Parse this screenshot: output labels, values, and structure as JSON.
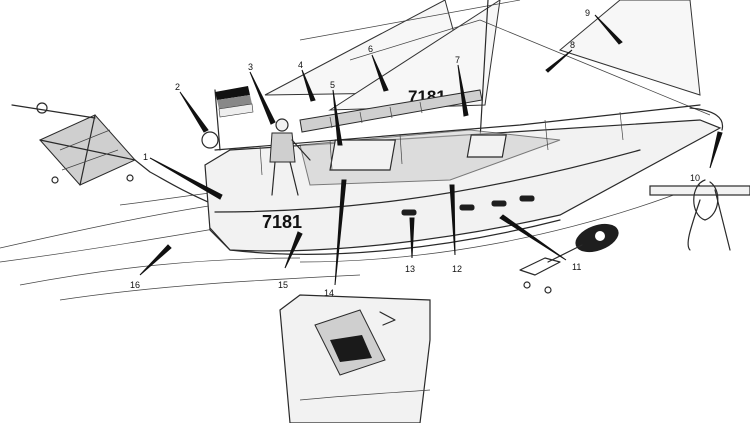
{
  "diagram": {
    "sail_number_main": "7181",
    "sail_number_transom": "7181",
    "callouts": [
      {
        "id": "1",
        "label": "1"
      },
      {
        "id": "2",
        "label": "2"
      },
      {
        "id": "3",
        "label": "3"
      },
      {
        "id": "4",
        "label": "4"
      },
      {
        "id": "5",
        "label": "5"
      },
      {
        "id": "6",
        "label": "6"
      },
      {
        "id": "7",
        "label": "7"
      },
      {
        "id": "8",
        "label": "8"
      },
      {
        "id": "9",
        "label": "9"
      },
      {
        "id": "10",
        "label": "10"
      },
      {
        "id": "11",
        "label": "11"
      },
      {
        "id": "12",
        "label": "12"
      },
      {
        "id": "13",
        "label": "13"
      },
      {
        "id": "14",
        "label": "14"
      },
      {
        "id": "15",
        "label": "15"
      },
      {
        "id": "16",
        "label": "16"
      }
    ]
  }
}
